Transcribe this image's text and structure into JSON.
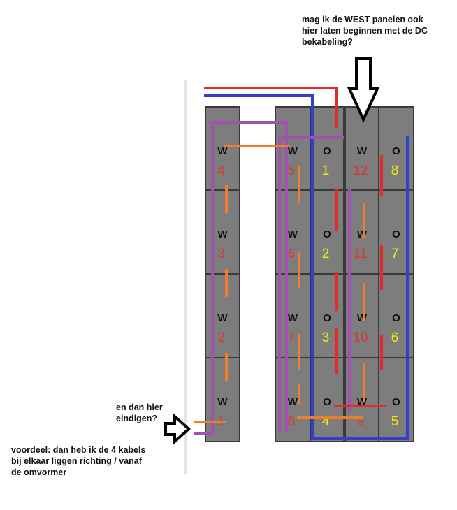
{
  "notes": {
    "top": "mag ik de WEST panelen ook\nhier laten beginnen met de DC\nbekabeling?",
    "end": "en dan hier\neindigen?",
    "advantage": "voordeel: dan heb ik de 4 kabels\nbij elkaar liggen richting / vanaf\nde omvormer"
  },
  "panels": {
    "west_letter": "W",
    "east_letter": "O",
    "column_a": {
      "letters": [
        "W",
        "W",
        "W",
        "W"
      ],
      "numbers": [
        "4",
        "3",
        "2",
        "1"
      ]
    },
    "column_b_west": {
      "letters": [
        "W",
        "W",
        "W",
        "W"
      ],
      "numbers": [
        "5",
        "6",
        "7",
        "8"
      ]
    },
    "column_b_east": {
      "letters": [
        "O",
        "O",
        "O",
        "O"
      ],
      "numbers": [
        "1",
        "2",
        "3",
        "4"
      ]
    },
    "column_c_west": {
      "letters": [
        "W",
        "W",
        "W",
        "W"
      ],
      "numbers": [
        "12",
        "11",
        "10",
        "9"
      ]
    },
    "column_c_east": {
      "letters": [
        "O",
        "O",
        "O",
        "O"
      ],
      "numbers": [
        "8",
        "7",
        "6",
        "5"
      ]
    }
  },
  "colors": {
    "panel_fill": "#7d7d7d",
    "panel_border": "#3a3a3a",
    "west_number": "#d23a3a",
    "east_number": "#f4f000",
    "panel_letter": "#111111",
    "cable_red": "#e22b2b",
    "cable_blue": "#2f3fd0",
    "cable_purple": "#a351b0",
    "cable_orange": "#f07d2a",
    "arrow": "#000000"
  }
}
